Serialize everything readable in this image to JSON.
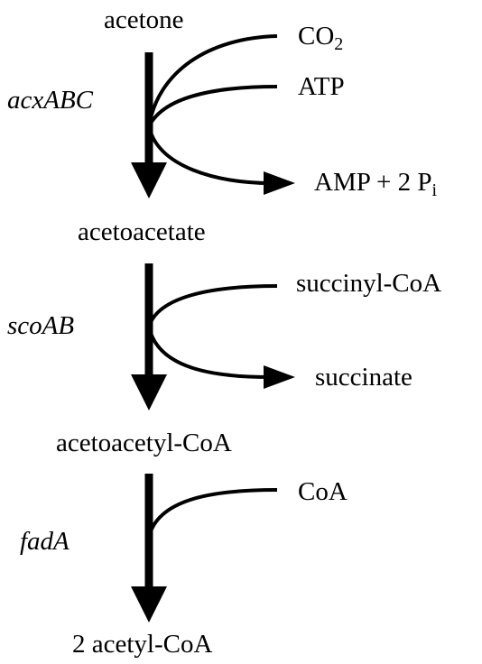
{
  "metabolites": {
    "acetone": "acetone",
    "acetoacetate": "acetoacetate",
    "acetoacetyl_coa": "acetoacetyl-CoA",
    "acetyl_coa": "2 acetyl-CoA"
  },
  "genes": {
    "step1": "acxABC",
    "step2": "scoAB",
    "step3": "fadA"
  },
  "cofactors": {
    "co2_main": "CO",
    "co2_sub": "2",
    "atp": "ATP",
    "amp_main": "AMP + 2 P",
    "amp_sub": "i",
    "succinyl_coa": "succinyl-CoA",
    "succinate": "succinate",
    "coa": "CoA"
  },
  "colors": {
    "ink": "#000000",
    "background": "#ffffff"
  }
}
